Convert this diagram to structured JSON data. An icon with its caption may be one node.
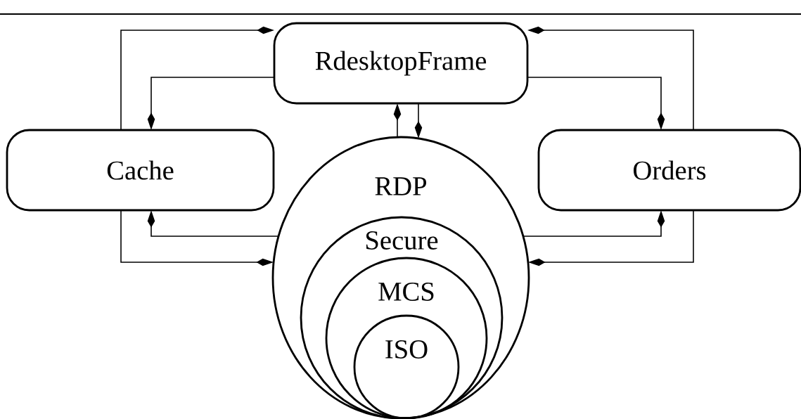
{
  "diagram": {
    "nodes": [
      {
        "text": [
          "RdesktopFrame"
        ]
      },
      {
        "text": [
          "Cache"
        ]
      },
      {
        "text": [
          "Orders"
        ]
      },
      {
        "text": [
          "RDP"
        ]
      },
      {
        "text": [
          "Secure"
        ],
        "in": 3
      },
      {
        "text": [
          "MCS"
        ],
        "in": 4
      },
      {
        "text": [
          "ISO"
        ],
        "in": 5
      }
    ],
    "edges": [
      {
        "from": 1,
        "to": 0,
        "arrow": "to"
      },
      {
        "from": 0,
        "to": 1,
        "arrow": "to"
      },
      {
        "from": 2,
        "to": 0,
        "arrow": "to"
      },
      {
        "from": 0,
        "to": 2,
        "arrow": "to"
      },
      {
        "from": 3,
        "to": 0,
        "arrow": "to"
      },
      {
        "from": 0,
        "to": 3,
        "arrow": "to"
      },
      {
        "from": 3,
        "to": 1,
        "arrow": "to"
      },
      {
        "from": 1,
        "to": 3,
        "arrow": "to"
      },
      {
        "from": 3,
        "to": 2,
        "arrow": "to"
      },
      {
        "from": 2,
        "to": 3,
        "arrow": "to"
      }
    ]
  }
}
